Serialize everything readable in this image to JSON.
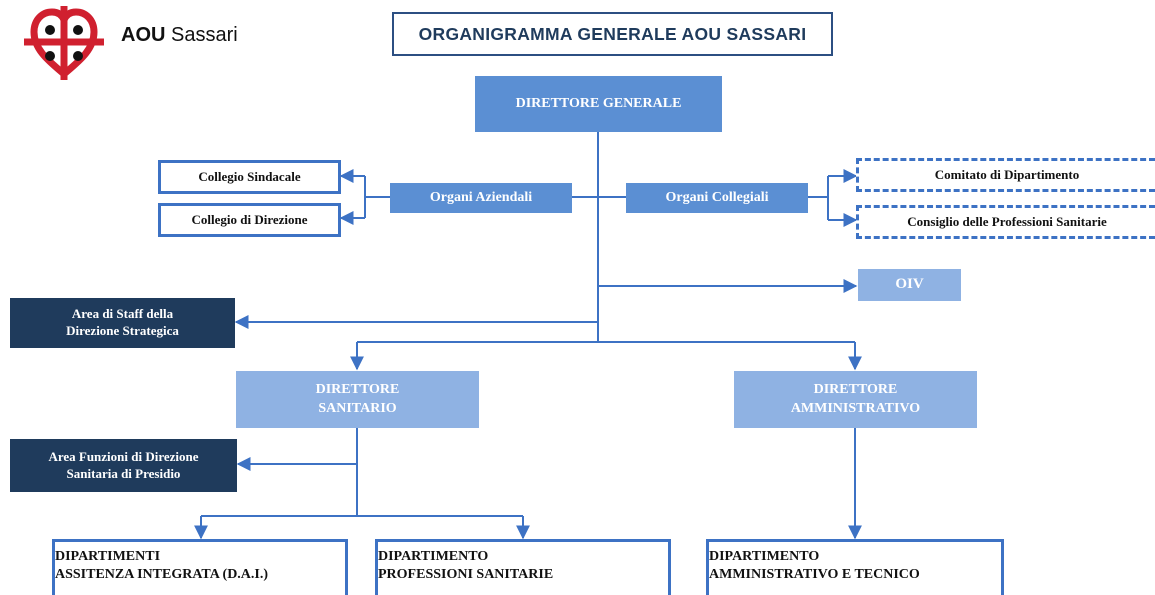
{
  "header": {
    "org_short": "AOU",
    "org_city": "Sassari",
    "chart_title": "ORGANIGRAMMA GENERALE AOU SASSARI"
  },
  "nodes": {
    "direttore_generale": "DIRETTORE GENERALE",
    "organi_aziendali": "Organi Aziendali",
    "organi_collegiali": "Organi Collegiali",
    "collegio_sindacale": "Collegio Sindacale",
    "collegio_direzione": "Collegio di Direzione",
    "comitato_dipartimento": "Comitato di Dipartimento",
    "consiglio_professioni": "Consiglio delle Professioni Sanitarie",
    "oiv": "OIV",
    "area_staff": [
      "Area di Staff della",
      "Direzione Strategica"
    ],
    "direttore_sanitario": [
      "DIRETTORE",
      "SANITARIO"
    ],
    "direttore_amministrativo": [
      "DIRETTORE",
      "AMMINISTRATIVO"
    ],
    "area_funzioni": [
      "Area Funzioni di Direzione",
      "Sanitaria di Presidio"
    ],
    "dipartimenti_dai": [
      "DIPARTIMENTI",
      "ASSITENZA INTEGRATA (D.A.I.)"
    ],
    "dip_professioni": [
      "DIPARTIMENTO",
      "PROFESSIONI SANITARIE"
    ],
    "dip_amministrativo": [
      "DIPARTIMENTO",
      "AMMINISTRATIVO E TECNICO"
    ]
  },
  "colors": {
    "primary_blue": "#5b8fd3",
    "light_blue": "#8fb2e3",
    "dark_navy": "#1f3b5c",
    "outline_blue": "#3d72c4",
    "logo_red": "#d0202f"
  }
}
